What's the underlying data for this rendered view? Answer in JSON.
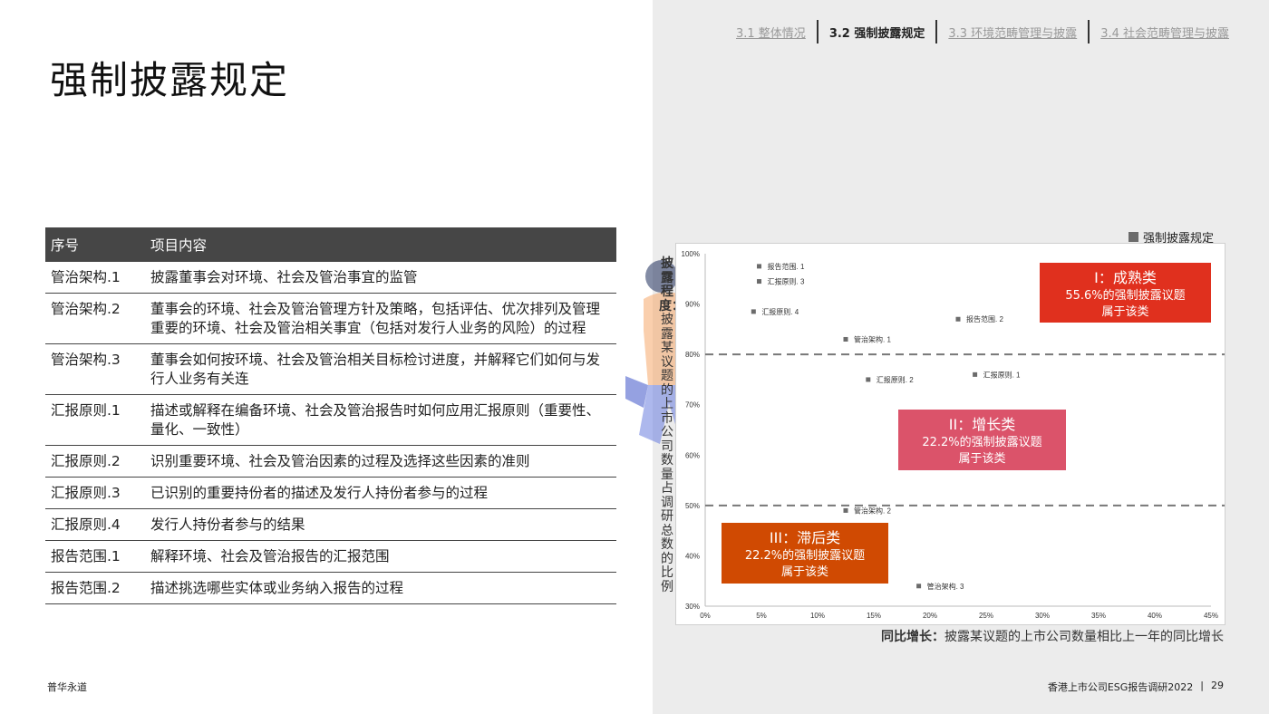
{
  "nav": {
    "items": [
      {
        "label": "3.1 整体情况",
        "active": false
      },
      {
        "label": "3.2 强制披露规定",
        "active": true
      },
      {
        "label": "3.3 环境范畴管理与披露",
        "active": false
      },
      {
        "label": "3.4 社会范畴管理与披露",
        "active": false
      }
    ]
  },
  "page_title": "强制披露规定",
  "table": {
    "headers": [
      "序号",
      "项目内容"
    ],
    "rows": [
      {
        "id": "管治架构.1",
        "text": "披露董事会对环境、社会及管治事宜的监管"
      },
      {
        "id": "管治架构.2",
        "text": "董事会的环境、社会及管治管理方针及策略，包括评估、优次排列及管理重要的环境、社会及管治相关事宜（包括对发行人业务的风险）的过程"
      },
      {
        "id": "管治架构.3",
        "text": "董事会如何按环境、社会及管治相关目标检讨进度，并解释它们如何与发行人业务有关连"
      },
      {
        "id": "汇报原则.1",
        "text": "描述或解释在编备环境、社会及管治报告时如何应用汇报原则（重要性、量化、一致性）"
      },
      {
        "id": "汇报原则.2",
        "text": "识别重要环境、社会及管治因素的过程及选择这些因素的准则"
      },
      {
        "id": "汇报原则.3",
        "text": "已识别的重要持份者的描述及发行人持份者参与的过程"
      },
      {
        "id": "汇报原则.4",
        "text": "发行人持份者参与的结果"
      },
      {
        "id": "报告范围.1",
        "text": "解释环境、社会及管治报告的汇报范围"
      },
      {
        "id": "报告范围.2",
        "text": "描述挑选哪些实体或业务纳入报告的过程"
      }
    ]
  },
  "legend": {
    "label": "强制披露规定",
    "color": "#6b6b6b"
  },
  "axis_labels": {
    "y_bold": "披露程度：",
    "y_rest": "披露某议题的上市公司数量占调研总数的比例",
    "x_bold": "同比增长：",
    "x_rest": "披露某议题的上市公司数量相比上一年的同比增长"
  },
  "categories": {
    "mature": {
      "title": "I：成熟类",
      "line1": "55.6%的强制披露议题",
      "line2": "属于该类",
      "color": "#e0301e"
    },
    "growth": {
      "title": "II：增长类",
      "line1": "22.2%的强制披露议题",
      "line2": "属于该类",
      "color": "#db536a"
    },
    "lagging": {
      "title": "III：滞后类",
      "line1": "22.2%的强制披露议题",
      "line2": "属于该类",
      "color": "#d04a02"
    }
  },
  "chart_data": {
    "type": "scatter",
    "xlim": [
      0,
      45
    ],
    "ylim": [
      30,
      100
    ],
    "x_ticks": [
      "0%",
      "5%",
      "10%",
      "15%",
      "20%",
      "25%",
      "30%",
      "35%",
      "40%",
      "45%"
    ],
    "y_ticks": [
      "30%",
      "40%",
      "50%",
      "60%",
      "70%",
      "80%",
      "90%",
      "100%"
    ],
    "thresholds_y": [
      80,
      50
    ],
    "grid": false,
    "legend_position": "top-right",
    "series": [
      {
        "name": "强制披露规定",
        "points": [
          {
            "label": "报告范围. 1",
            "x": 4.8,
            "y": 97.5
          },
          {
            "label": "汇报原则. 3",
            "x": 4.8,
            "y": 94.5
          },
          {
            "label": "汇报原则. 4",
            "x": 4.3,
            "y": 88.5
          },
          {
            "label": "报告范围. 2",
            "x": 22.5,
            "y": 87
          },
          {
            "label": "管治架构. 1",
            "x": 12.5,
            "y": 83
          },
          {
            "label": "汇报原则. 1",
            "x": 24,
            "y": 76
          },
          {
            "label": "汇报原则. 2",
            "x": 14.5,
            "y": 75
          },
          {
            "label": "管治架构. 2",
            "x": 12.5,
            "y": 49
          },
          {
            "label": "管治架构. 3",
            "x": 19,
            "y": 34
          }
        ]
      }
    ]
  },
  "footer": {
    "left": "普华永道",
    "right": "香港上市公司ESG报告调研2022",
    "separator": "|",
    "page": "29"
  }
}
